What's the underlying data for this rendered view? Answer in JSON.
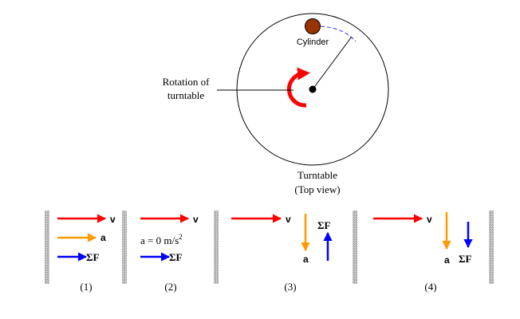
{
  "turntable": {
    "cylinder_label": "Cylinder",
    "rotation_label_line1": "Rotation of",
    "rotation_label_line2": "turntable",
    "turntable_label_line1": "Turntable",
    "turntable_label_line2": "(Top view)"
  },
  "vector_labels": {
    "v": "v",
    "a": "a",
    "sum_f": "ΣF"
  },
  "option_2_accel_text": "a = 0 m/s",
  "option_2_accel_exponent": "2",
  "options": [
    "(1)",
    "(2)",
    "(3)",
    "(4)"
  ],
  "colors": {
    "velocity": "#ff0000",
    "acceleration": "#ff9900",
    "force": "#0000ff",
    "cylinder": "#993300",
    "rotation_arrow": "#ff0000",
    "divider": "#b3b3b3",
    "path": "#3333ff"
  }
}
